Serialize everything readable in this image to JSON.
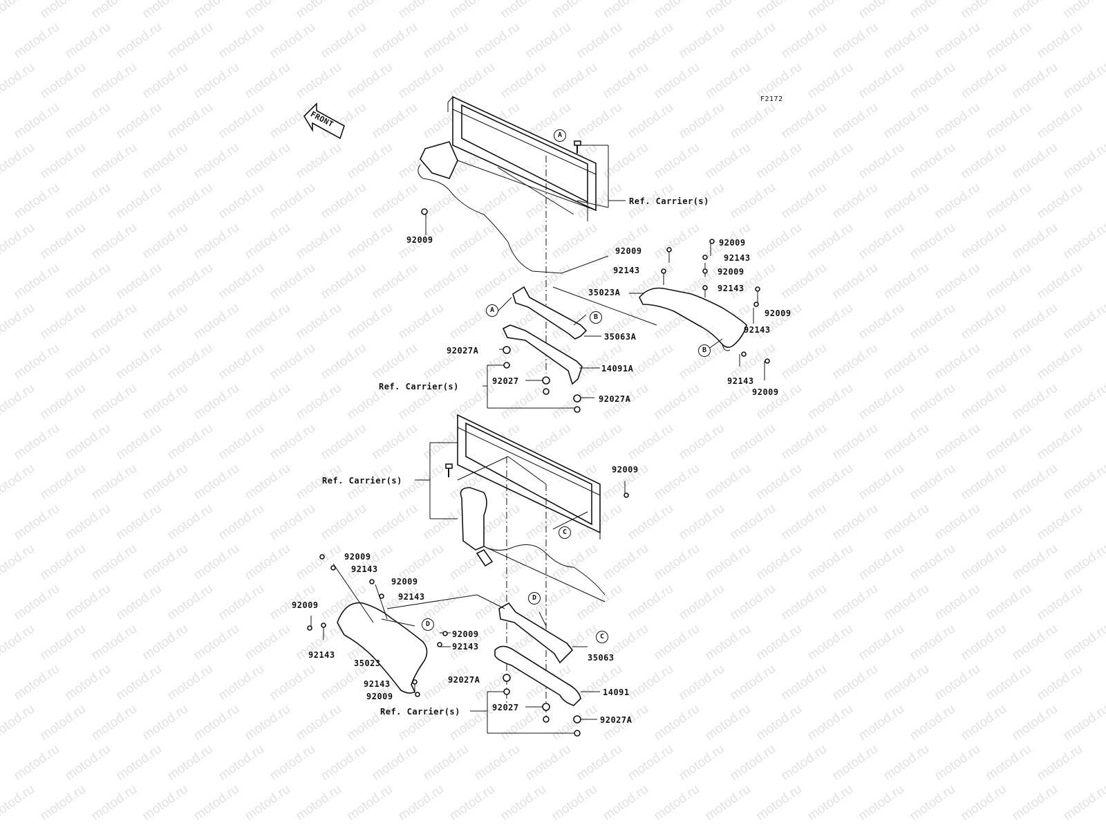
{
  "watermark": "motod.ru",
  "figure_code": "F2172",
  "front_label": "FRONT",
  "callout_letters": {
    "a": "A",
    "b": "B",
    "c": "C",
    "d": "D"
  },
  "labels": [
    {
      "id": "ref-carrier-top",
      "text": "Ref. Carrier(s)"
    },
    {
      "id": "92009-top-left",
      "text": "92009"
    },
    {
      "id": "92009-r1",
      "text": "92009"
    },
    {
      "id": "92009-r2",
      "text": "92009"
    },
    {
      "id": "92143-r1",
      "text": "92143"
    },
    {
      "id": "92143-r2",
      "text": "92143"
    },
    {
      "id": "92009-r3",
      "text": "92009"
    },
    {
      "id": "92143-r3",
      "text": "92143"
    },
    {
      "id": "35023a",
      "text": "35023A"
    },
    {
      "id": "92009-r4",
      "text": "92009"
    },
    {
      "id": "92143-r4",
      "text": "92143"
    },
    {
      "id": "92143-r5",
      "text": "92143"
    },
    {
      "id": "92009-r5",
      "text": "92009"
    },
    {
      "id": "35063a",
      "text": "35063A"
    },
    {
      "id": "92027a-1",
      "text": "92027A"
    },
    {
      "id": "14091a",
      "text": "14091A"
    },
    {
      "id": "ref-carrier-mid1",
      "text": "Ref. Carrier(s)"
    },
    {
      "id": "92027-1",
      "text": "92027"
    },
    {
      "id": "92027a-2",
      "text": "92027A"
    },
    {
      "id": "92009-mid",
      "text": "92009"
    },
    {
      "id": "ref-carrier-mid2",
      "text": "Ref. Carrier(s)"
    },
    {
      "id": "92009-l1",
      "text": "92009"
    },
    {
      "id": "92143-l1",
      "text": "92143"
    },
    {
      "id": "92009-l2",
      "text": "92009"
    },
    {
      "id": "92143-l2",
      "text": "92143"
    },
    {
      "id": "92009-l3",
      "text": "92009"
    },
    {
      "id": "92143-l3",
      "text": "92143"
    },
    {
      "id": "35023",
      "text": "35023"
    },
    {
      "id": "92009-l4",
      "text": "92009"
    },
    {
      "id": "92143-l4",
      "text": "92143"
    },
    {
      "id": "92143-l5",
      "text": "92143"
    },
    {
      "id": "92009-l5",
      "text": "92009"
    },
    {
      "id": "35063",
      "text": "35063"
    },
    {
      "id": "92027a-3",
      "text": "92027A"
    },
    {
      "id": "14091",
      "text": "14091"
    },
    {
      "id": "92027-2",
      "text": "92027"
    },
    {
      "id": "ref-carrier-bottom",
      "text": "Ref. Carrier(s)"
    },
    {
      "id": "92027a-4",
      "text": "92027A"
    }
  ]
}
